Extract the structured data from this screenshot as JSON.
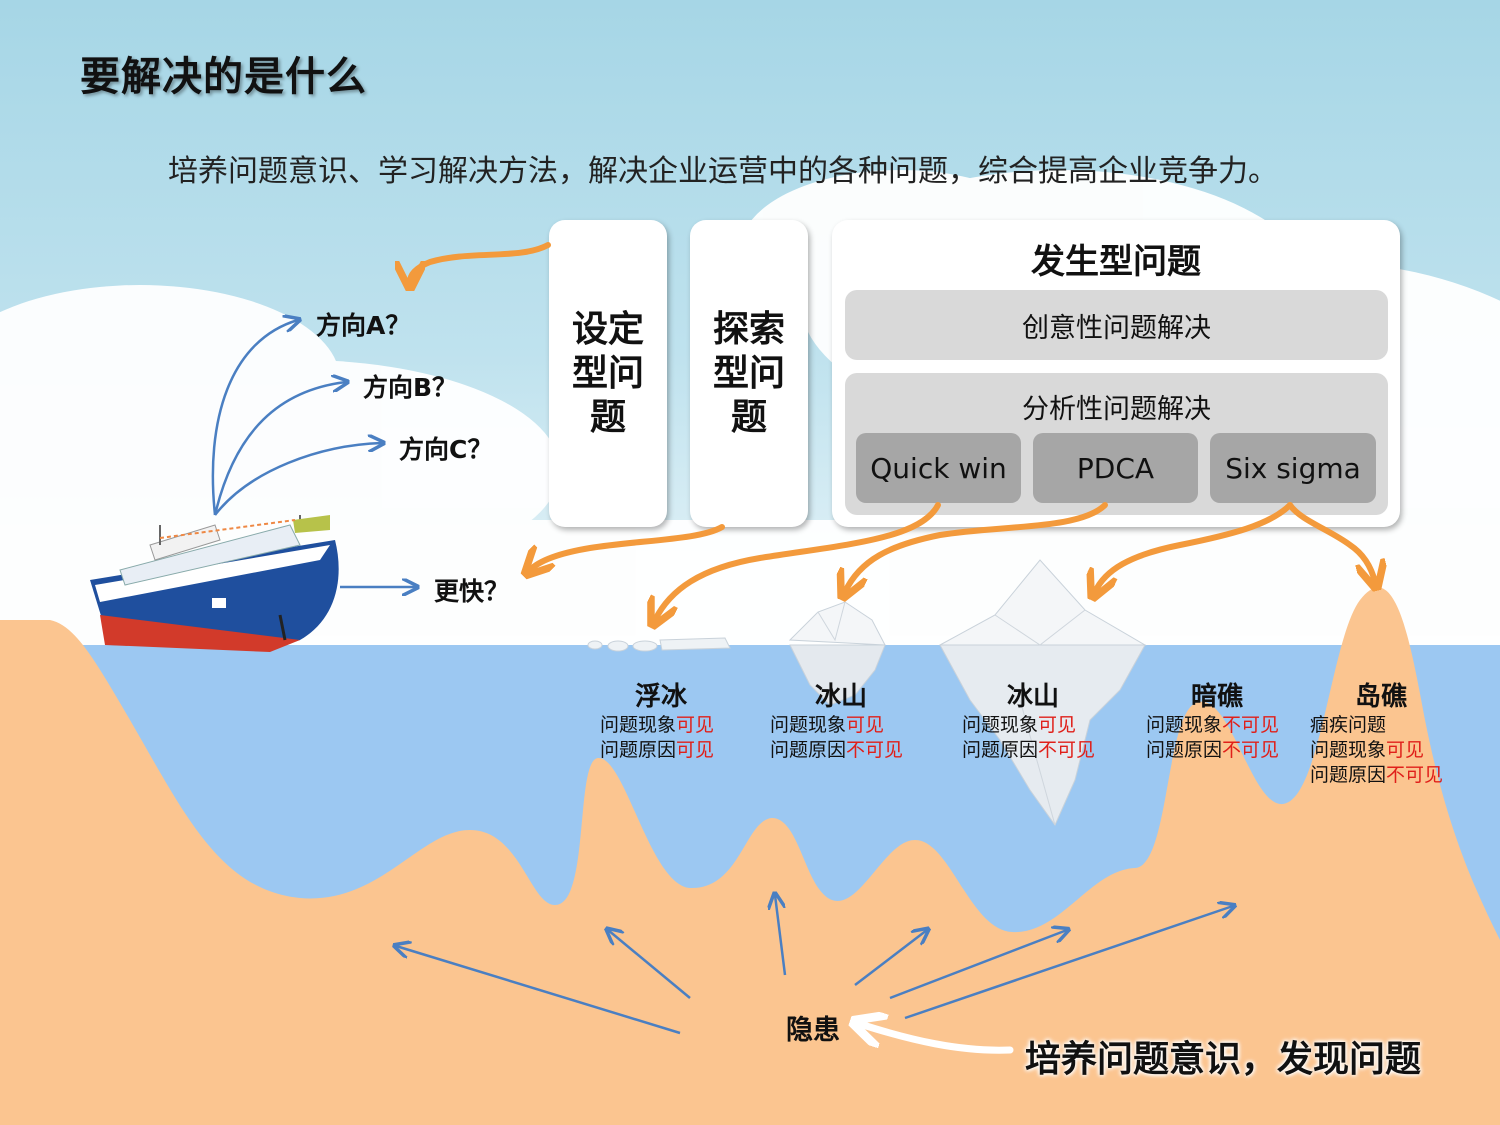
{
  "title": "要解决的是什么",
  "subtitle": "培养问题意识、学习解决方法，解决企业运营中的各种问题，综合提高企业竞争力。",
  "cards": {
    "set_type": "设定型问题",
    "explore_type": "探索型问题",
    "occurring": {
      "title": "发生型问题",
      "creative": "创意性问题解决",
      "analytical": "分析性问题解决",
      "methods": [
        "Quick win",
        "PDCA",
        "Six sigma"
      ]
    }
  },
  "directions": [
    "方向A？",
    "方向B？",
    "方向C？"
  ],
  "faster": "更快？",
  "obstacles": [
    {
      "name": "浮冰",
      "lines": [
        [
          "问题现象",
          "可见"
        ],
        [
          "问题原因",
          "可见"
        ]
      ]
    },
    {
      "name": "冰山",
      "lines": [
        [
          "问题现象",
          "可见"
        ],
        [
          "问题原因",
          "不可见"
        ]
      ]
    },
    {
      "name": "冰山",
      "lines": [
        [
          "问题现象",
          "可见"
        ],
        [
          "问题原因",
          "不可见"
        ]
      ]
    },
    {
      "name": "暗礁",
      "lines": [
        [
          "问题现象",
          "不可见"
        ],
        [
          "问题原因",
          "不可见"
        ]
      ]
    },
    {
      "name": "岛礁",
      "lines": [
        [
          "痼疾问题",
          ""
        ],
        [
          "问题现象",
          "可见"
        ],
        [
          "问题原因",
          "不可见"
        ]
      ]
    }
  ],
  "hazard": "隐患",
  "bottom_slogan": "培养问题意识，发现问题",
  "colors": {
    "sky": "#a9d7e6",
    "sea": "#9cc8f2",
    "land": "#fbc590",
    "orange_arrow": "#f39a3c",
    "blue_arrow": "#4a7fc2",
    "red_text": "#e0201a"
  }
}
